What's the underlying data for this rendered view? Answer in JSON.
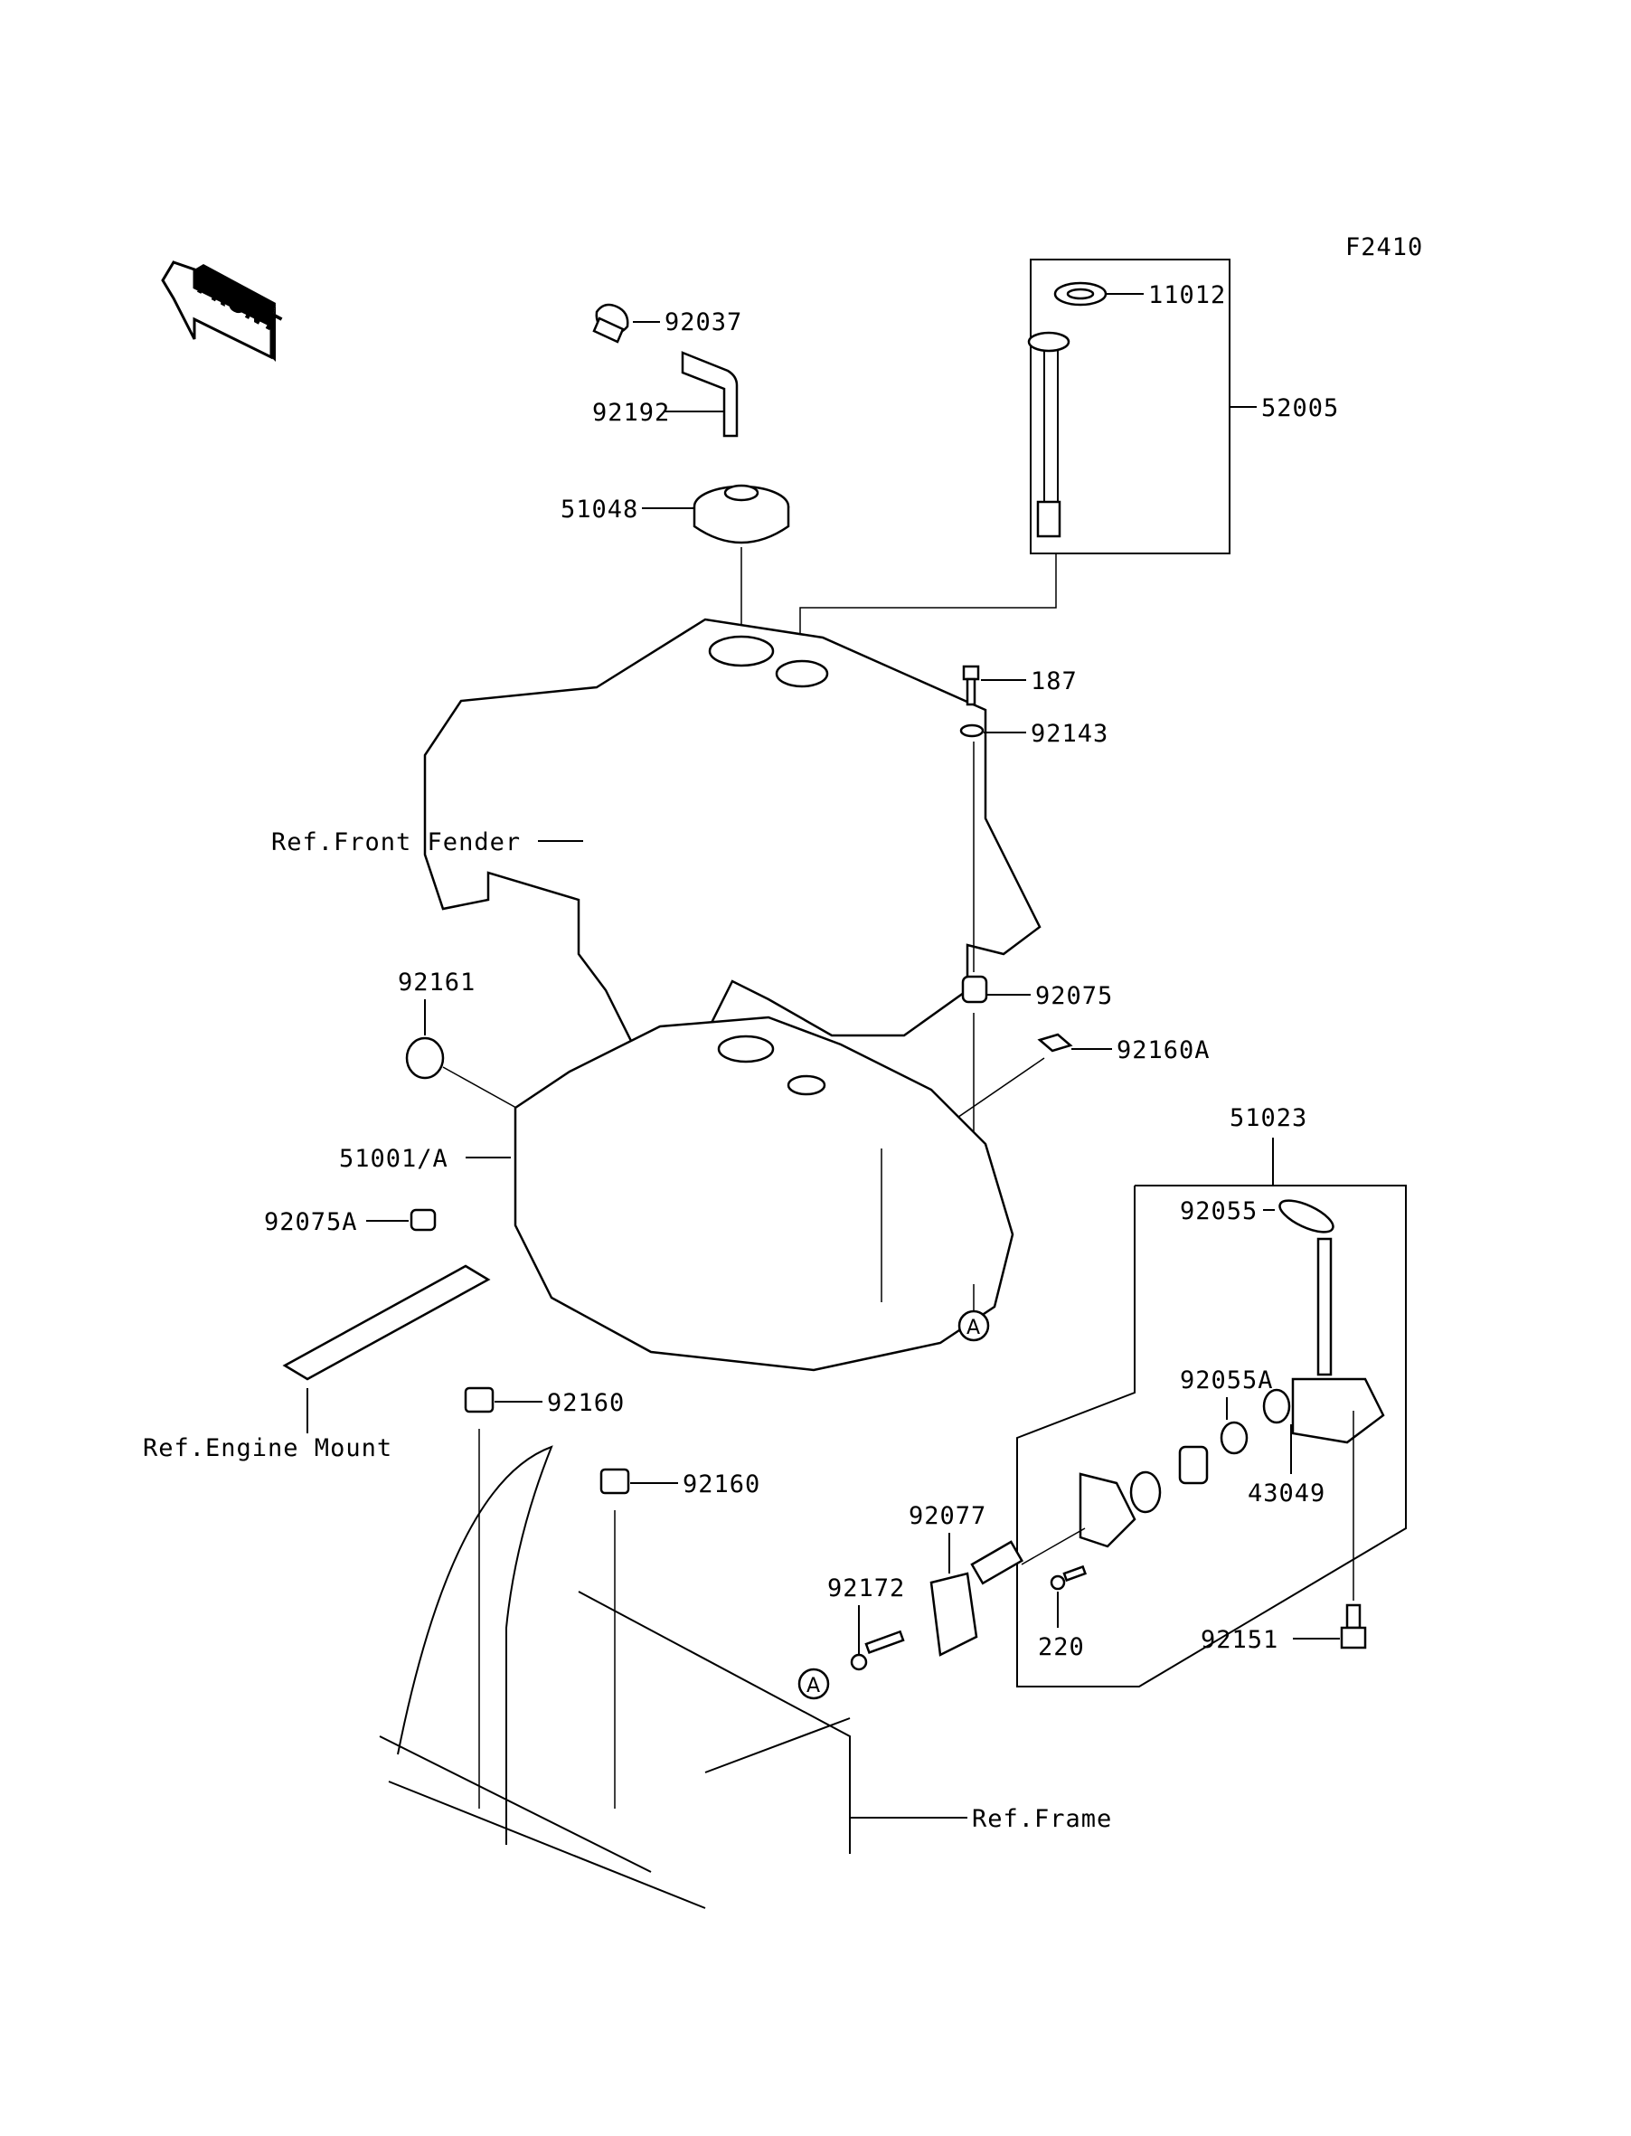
{
  "figure_code": "F2410",
  "front_arrow": "FRONT",
  "labels": {
    "p92037": "92037",
    "p92192": "92192",
    "p51048": "51048",
    "p11012": "11012",
    "p52005": "52005",
    "p187": "187",
    "p92143": "92143",
    "ref_front_fender": "Ref.Front Fender",
    "p92161": "92161",
    "p92075": "92075",
    "p92160A": "92160A",
    "p51001A": "51001/A",
    "p92075A": "92075A",
    "p51023": "51023",
    "p92055": "92055",
    "p92055A": "92055A",
    "p43049": "43049",
    "ref_engine_mount": "Ref.Engine Mount",
    "p92160_1": "92160",
    "p92160_2": "92160",
    "p92077": "92077",
    "p92172": "92172",
    "p220": "220",
    "p92151": "92151",
    "ref_frame": "Ref.Frame",
    "marker_a1": "A",
    "marker_a2": "A"
  }
}
